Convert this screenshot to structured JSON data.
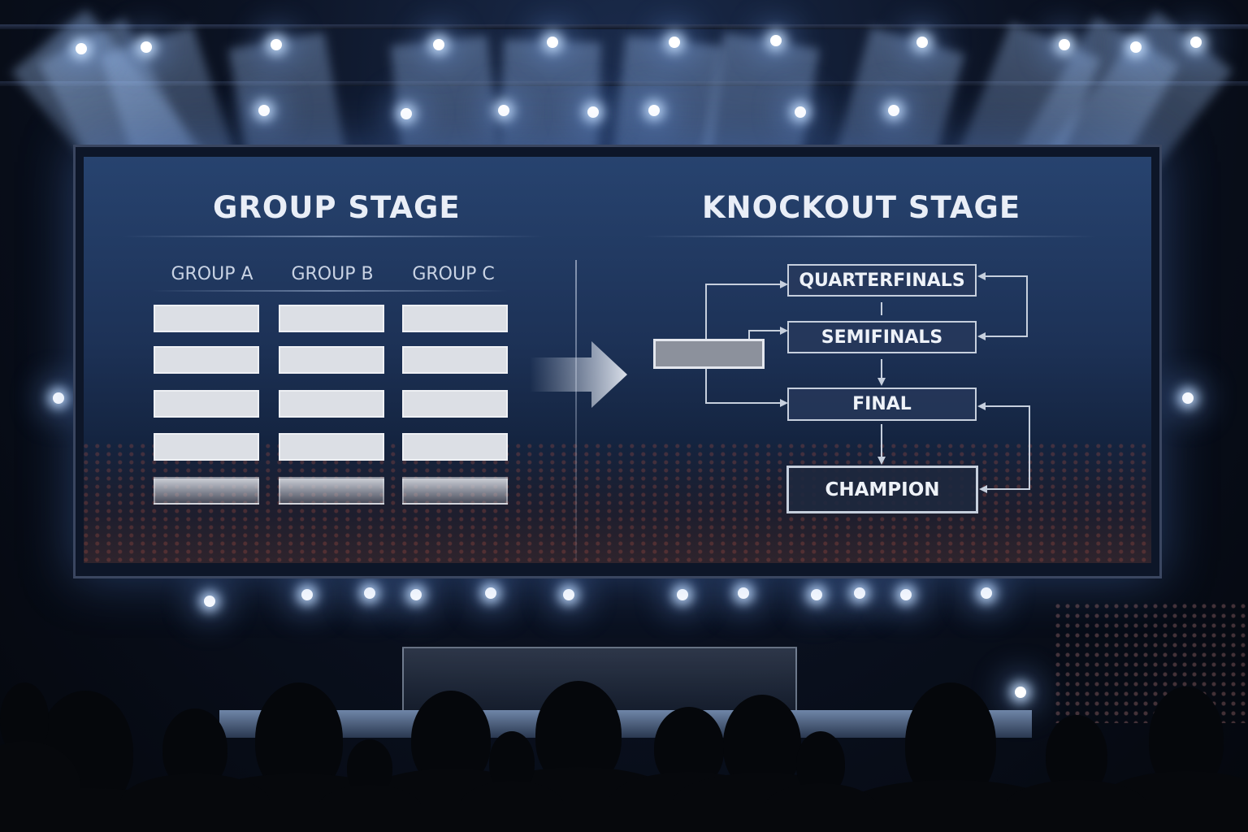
{
  "screen": {
    "left_title": "GROUP STAGE",
    "right_title": "KNOCKOUT STAGE",
    "groups": [
      {
        "label": "GROUP A"
      },
      {
        "label": "GROUP B"
      },
      {
        "label": "GROUP C"
      }
    ],
    "bracket": {
      "quarterfinals": "QUARTERFINALS",
      "semifinals": "SEMIFINALS",
      "final": "FINAL",
      "champion": "CHAMPION"
    }
  },
  "colors": {
    "screen_top": "#27436f",
    "screen_bottom": "#101a2c",
    "slot_fill": "#dcdfe5",
    "box_border": "#c6cfdd",
    "text": "#e9eef7"
  }
}
